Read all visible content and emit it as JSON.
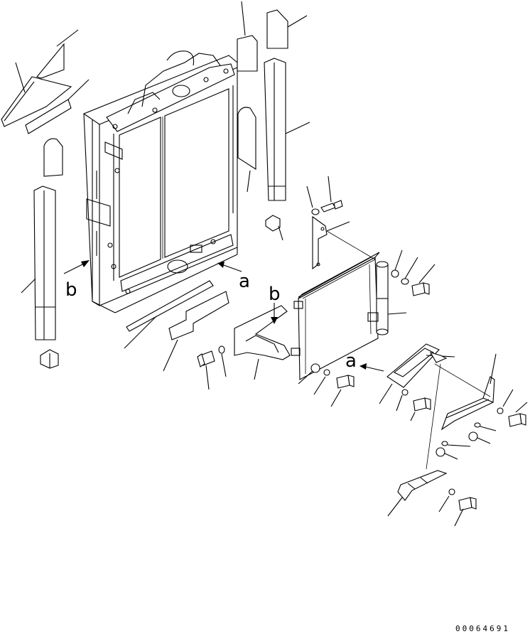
{
  "diagram": {
    "callout_a_left": "a",
    "callout_b_left": "b",
    "callout_b_mid": "b",
    "callout_a_right": "a",
    "drawing_code": "00064691"
  }
}
